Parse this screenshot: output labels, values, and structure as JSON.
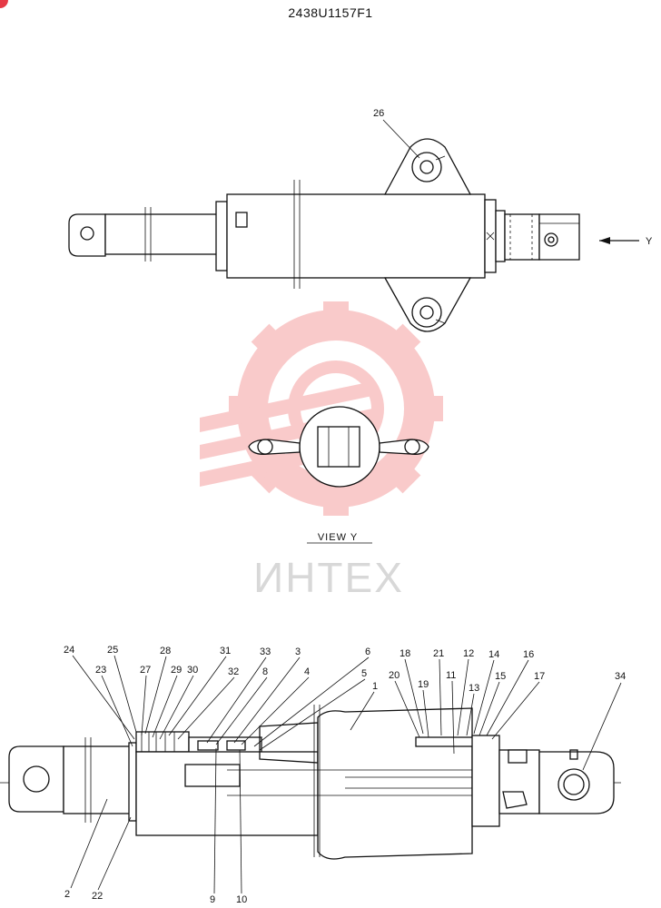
{
  "title": "2438U1157F1",
  "view_label": "VIEW   Y",
  "arrow_label": "Y",
  "watermark_text": "ИНТЕХ",
  "colors": {
    "line": "#111111",
    "watermark": "#f28b8b",
    "badge": "#e63946"
  },
  "callouts": {
    "c1": "1",
    "c2": "2",
    "c3": "3",
    "c4": "4",
    "c5": "5",
    "c6": "6",
    "c8": "8",
    "c9": "9",
    "c10": "10",
    "c11": "11",
    "c12": "12",
    "c13": "13",
    "c14": "14",
    "c15": "15",
    "c16": "16",
    "c17": "17",
    "c18": "18",
    "c19": "19",
    "c20": "20",
    "c21": "21",
    "c22": "22",
    "c23": "23",
    "c24": "24",
    "c25": "25",
    "c26": "26",
    "c27": "27",
    "c28": "28",
    "c29": "29",
    "c30": "30",
    "c31": "31",
    "c32": "32",
    "c33": "33",
    "c34": "34"
  }
}
